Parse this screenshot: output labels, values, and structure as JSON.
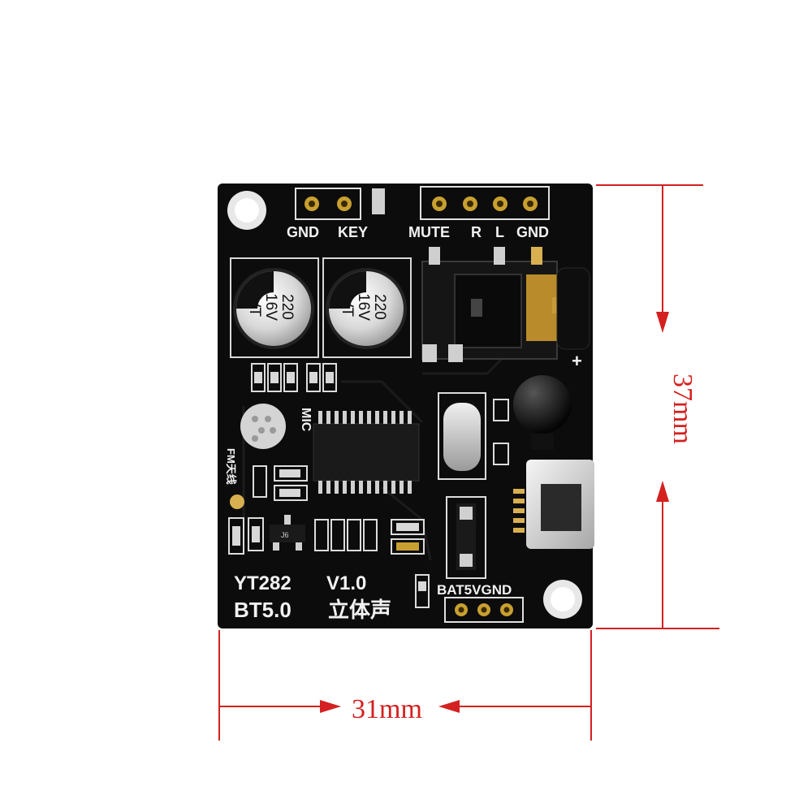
{
  "board": {
    "header_left": [
      "GND",
      "KEY"
    ],
    "header_right": [
      "MUTE",
      "R",
      "L",
      "GND"
    ],
    "cap_value": "220",
    "cap_voltage": "16V",
    "cap_brand": "VT",
    "mic_label": "MIC",
    "fm_label": "FM天线",
    "transistor_mark": "J6",
    "model": "YT282",
    "version": "V1.0",
    "bt": "BT5.0",
    "stereo": "立体声",
    "power_pins": "BAT5VGND",
    "plus_mark": "+"
  },
  "dimensions": {
    "height_label": "37mm",
    "width_label": "31mm",
    "line_color": "#d42020"
  }
}
